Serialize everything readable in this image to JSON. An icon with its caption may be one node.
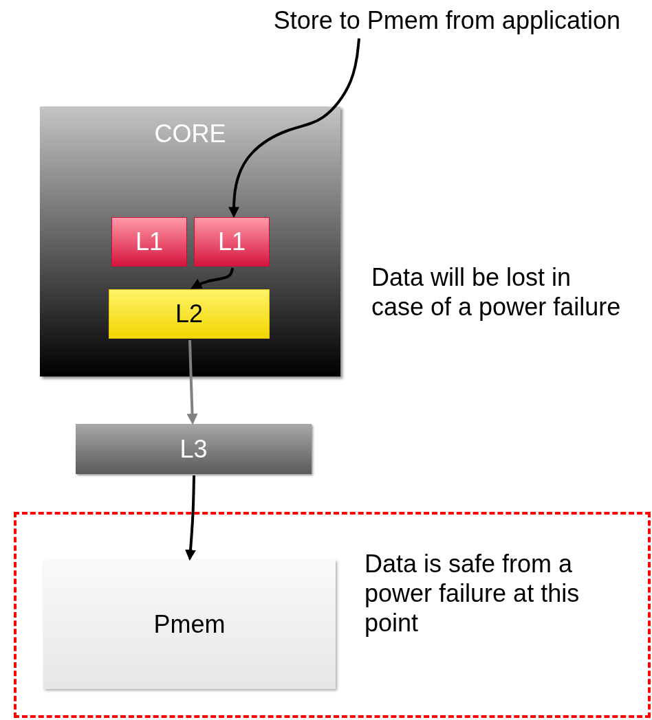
{
  "diagram": {
    "nodes": [
      {
        "text": [
          "Store to Pmem from application"
        ]
      },
      {
        "text": [
          "CORE"
        ]
      },
      {
        "text": [
          "L1"
        ],
        "in": 1
      },
      {
        "text": [
          "L1"
        ],
        "in": 1
      },
      {
        "text": [
          "L2"
        ],
        "in": 1
      },
      {
        "text": [
          "L3"
        ]
      },
      {
        "text": [
          "Data is safe from a power failure at this point"
        ]
      },
      {
        "text": [
          "Pmem"
        ],
        "in": 6
      }
    ],
    "edges": [
      {
        "from": 0,
        "to": 3,
        "arrow": "to"
      },
      {
        "from": 3,
        "to": 4,
        "arrow": "to"
      },
      {
        "from": 4,
        "to": 5,
        "arrow": "to",
        "color": "#808080"
      },
      {
        "from": 5,
        "to": 7,
        "arrow": "to"
      }
    ],
    "labels": [
      "Data will be lost in case of a power failure"
    ]
  }
}
